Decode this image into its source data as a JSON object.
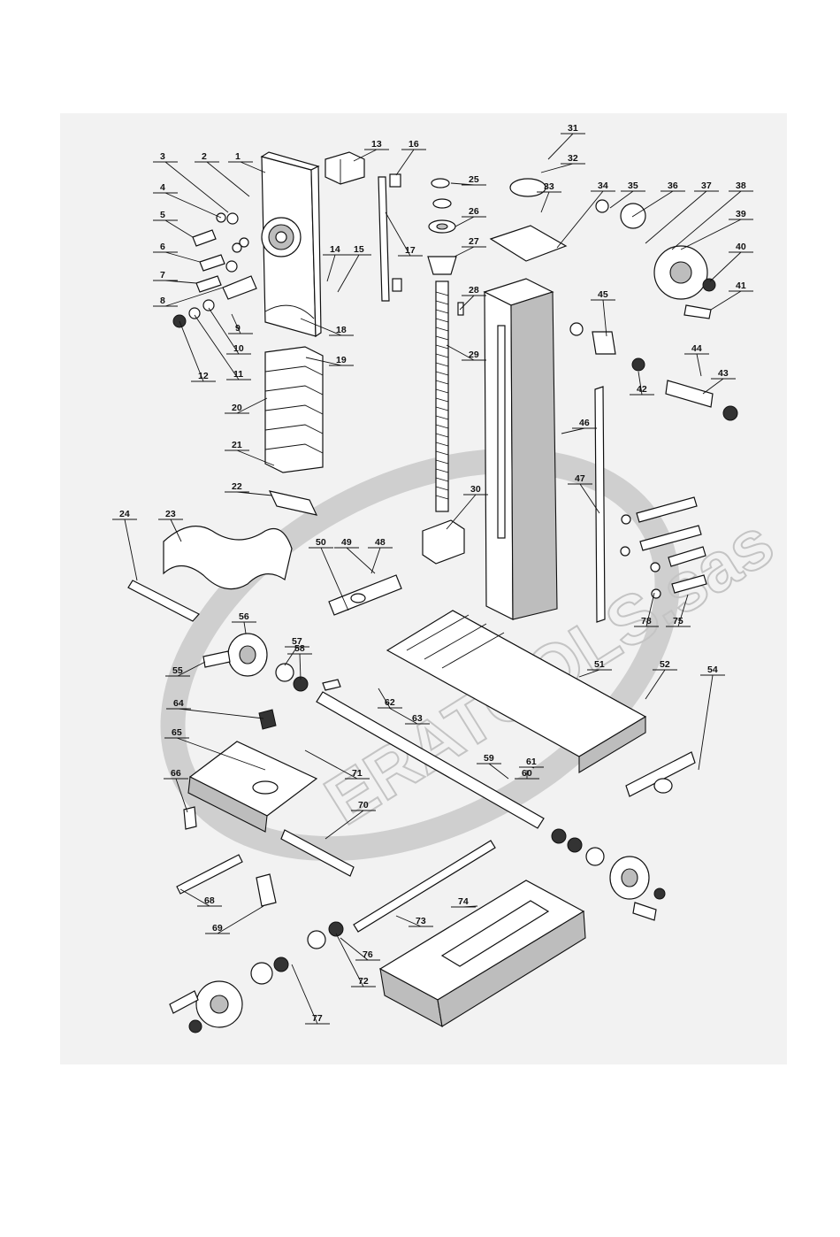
{
  "drawing": {
    "background": "#f2f2f2",
    "ink": "#111111",
    "watermark": {
      "text": "ERATOOLS.sas",
      "color": "#c4c4c4"
    }
  },
  "part_numbers": [
    "1",
    "2",
    "3",
    "4",
    "5",
    "6",
    "7",
    "8",
    "9",
    "10",
    "11",
    "12",
    "13",
    "14",
    "15",
    "16",
    "17",
    "18",
    "19",
    "20",
    "21",
    "22",
    "23",
    "24",
    "25",
    "26",
    "27",
    "28",
    "29",
    "30",
    "31",
    "32",
    "33",
    "34",
    "35",
    "36",
    "37",
    "38",
    "39",
    "40",
    "41",
    "42",
    "43",
    "44",
    "45",
    "46",
    "47",
    "48",
    "49",
    "50",
    "51",
    "52",
    "54",
    "55",
    "56",
    "57",
    "58",
    "59",
    "60",
    "61",
    "62",
    "63",
    "64",
    "65",
    "66",
    "68",
    "69",
    "70",
    "71",
    "72",
    "73",
    "74",
    "75",
    "76",
    "77",
    "78"
  ]
}
